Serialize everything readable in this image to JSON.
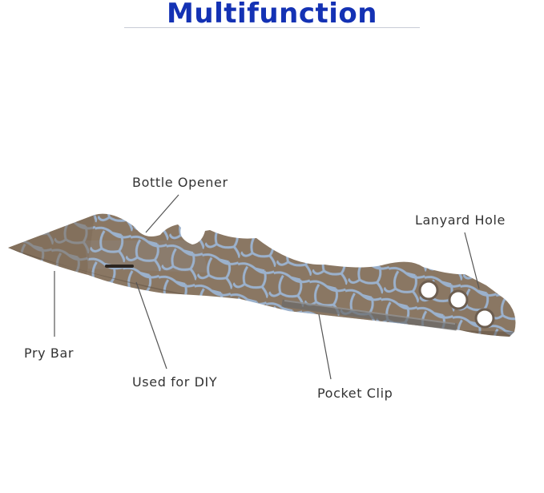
{
  "heading": "Multifunction",
  "colors": {
    "heading": "#1432b4",
    "label_text": "#333333",
    "leader_line": "#555555",
    "tool_base": "#8d7a66",
    "tool_vein": "#8fa6c4"
  },
  "callouts": {
    "bottle_opener": "Bottle Opener",
    "lanyard_hole": "Lanyard Hole",
    "pry_bar": "Pry Bar",
    "used_for_diy": "Used for DIY",
    "pocket_clip": "Pocket Clip"
  }
}
